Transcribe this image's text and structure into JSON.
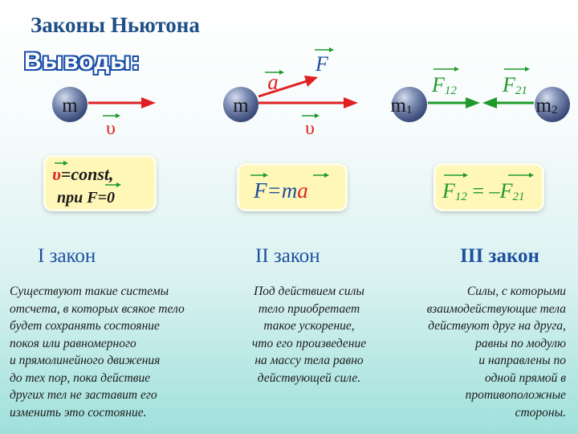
{
  "title": "Законы Ньютона",
  "subtitle": "Выводы:",
  "diagram": {
    "mass": "m",
    "mass1": "m",
    "mass1_sub": "1",
    "mass2": "m",
    "mass2_sub": "2",
    "velocity": "υ",
    "force": "F",
    "acceleration": "a",
    "force12": "F",
    "force12_sub": "12",
    "force21": "F",
    "force21_sub": "21"
  },
  "formulas": {
    "law1_line1_var": "υ",
    "law1_line1_rest": "=const,",
    "law1_line2_prefix": "при ",
    "law1_line2_var": "F",
    "law1_line2_rest": "=0",
    "law2_f": "F",
    "law2_eq": "=m",
    "law2_a": "a",
    "law3_f12": "F",
    "law3_sub12": "12",
    "law3_eq": " = –",
    "law3_f21": "F",
    "law3_sub21": "21"
  },
  "laws": [
    {
      "heading": "I закон",
      "text": "Существуют такие системы\nотсчета, в которых всякое тело\nбудет сохранять состояние\nпокоя или равномерного\nи прямолинейного движения\nдо тех пор, пока действие\nдругих тел не заставит его\nизменить это состояние."
    },
    {
      "heading": "II закон",
      "text": "Под действием силы\nтело приобретает\nтакое ускорение,\nчто его произведение\nна массу тела равно\nдействующей силе."
    },
    {
      "heading": "III закон",
      "text": "Силы, с которыми\nвзаимодействующие тела\nдействуют друг на друга,\nравны по модулю\nи направлены по\nодной прямой в\nпротивоположные\nстороны."
    }
  ],
  "colors": {
    "heading_blue": "#1f4fa0",
    "arrow_red": "#e02020",
    "arrow_green": "#1f9a2a",
    "box_fill": "#fff7b8"
  }
}
